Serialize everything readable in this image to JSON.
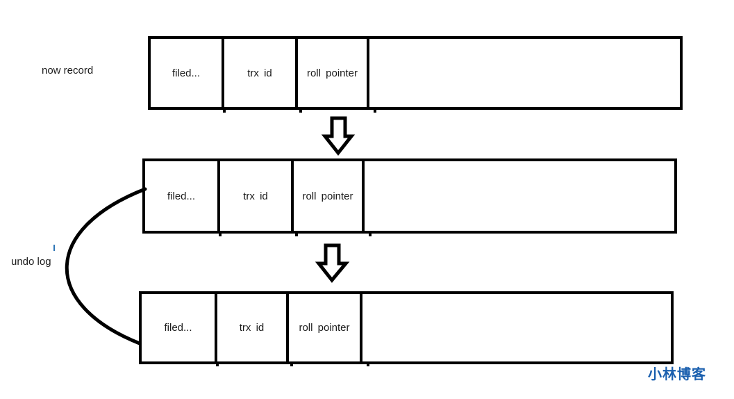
{
  "labels": {
    "now_record": "now record",
    "undo_log": "undo log"
  },
  "rows": [
    {
      "cells": [
        "filed...",
        "trx id",
        "roll pointer",
        ""
      ]
    },
    {
      "cells": [
        "filed...",
        "trx id",
        "roll pointer",
        ""
      ]
    },
    {
      "cells": [
        "filed...",
        "trx id",
        "roll pointer",
        ""
      ]
    }
  ],
  "watermark": {
    "text": "小林博客",
    "color": "#1a5fae"
  },
  "colors": {
    "stroke": "#000000",
    "background": "#ffffff",
    "cursor_tick_blue": "#2e75b6"
  }
}
